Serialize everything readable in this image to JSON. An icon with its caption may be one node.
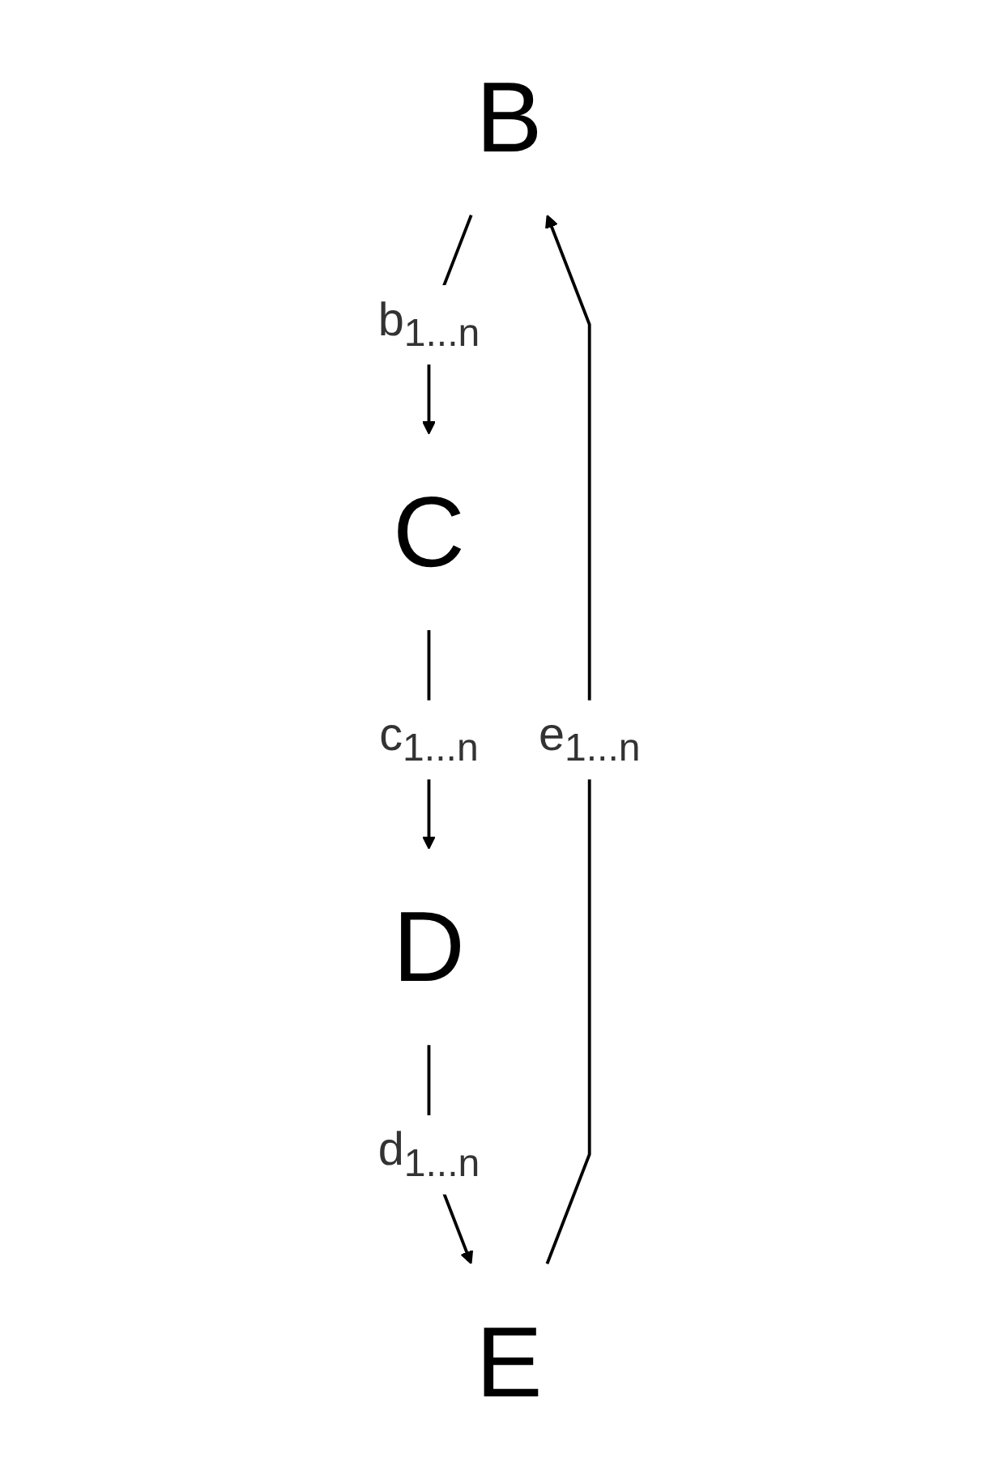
{
  "diagram": {
    "nodes": [
      {
        "text": [
          "B"
        ]
      },
      {
        "text": [
          "C"
        ]
      },
      {
        "text": [
          "D"
        ]
      },
      {
        "text": [
          "E"
        ]
      }
    ],
    "edges": [
      {
        "from": 0,
        "to": 1,
        "arrow": "to",
        "label": "b$_{1...n}$"
      },
      {
        "from": 1,
        "to": 2,
        "arrow": "to",
        "label": "c$_{1...n}$"
      },
      {
        "from": 2,
        "to": 3,
        "arrow": "to",
        "label": "d$_{1...n}$"
      },
      {
        "from": 3,
        "to": 0,
        "arrow": "to",
        "label": "e$_{1...n}$"
      }
    ]
  }
}
